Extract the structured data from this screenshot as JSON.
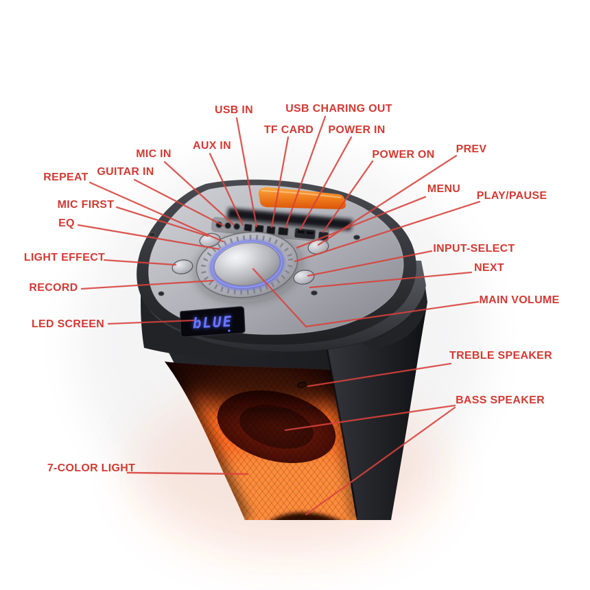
{
  "page": {
    "background": "#ffffff",
    "type": "annotated-product-diagram",
    "subject": "portable party speaker top and front view"
  },
  "colors": {
    "label_red": "#d23a33",
    "line_red": "#d8423c",
    "handle_orange": "#ef7d1f",
    "led_text_blue": "#4d5aff",
    "grille_glow_orange": "#ff6a20",
    "panel_silver": "#b7b8bf",
    "body_dark": "#222327"
  },
  "device": {
    "led_screen": {
      "value": "bLUE"
    }
  },
  "labels": [
    {
      "id": "usb-in",
      "text": "USB IN"
    },
    {
      "id": "usb-charing-out",
      "text": "USB CHARING OUT"
    },
    {
      "id": "tf-card",
      "text": "TF CARD"
    },
    {
      "id": "power-in",
      "text": "POWER IN"
    },
    {
      "id": "aux-in",
      "text": "AUX IN"
    },
    {
      "id": "mic-in",
      "text": "MIC IN"
    },
    {
      "id": "guitar-in",
      "text": "GUITAR IN"
    },
    {
      "id": "repeat",
      "text": "REPEAT"
    },
    {
      "id": "mic-first",
      "text": "MIC FIRST"
    },
    {
      "id": "eq",
      "text": "EQ"
    },
    {
      "id": "light-effect",
      "text": "LIGHT EFFECT"
    },
    {
      "id": "record",
      "text": "RECORD"
    },
    {
      "id": "led-screen",
      "text": "LED SCREEN"
    },
    {
      "id": "power-on",
      "text": "POWER ON"
    },
    {
      "id": "prev",
      "text": "PREV"
    },
    {
      "id": "menu",
      "text": "MENU"
    },
    {
      "id": "play-pause",
      "text": "PLAY/PAUSE"
    },
    {
      "id": "input-select",
      "text": "INPUT-SELECT"
    },
    {
      "id": "next",
      "text": "NEXT"
    },
    {
      "id": "main-volume",
      "text": "MAIN VOLUME"
    },
    {
      "id": "treble-speaker",
      "text": "TREBLE SPEAKER"
    },
    {
      "id": "bass-speaker",
      "text": "BASS SPEAKER"
    },
    {
      "id": "seven-color-light",
      "text": "7-COLOR LIGHT"
    }
  ]
}
